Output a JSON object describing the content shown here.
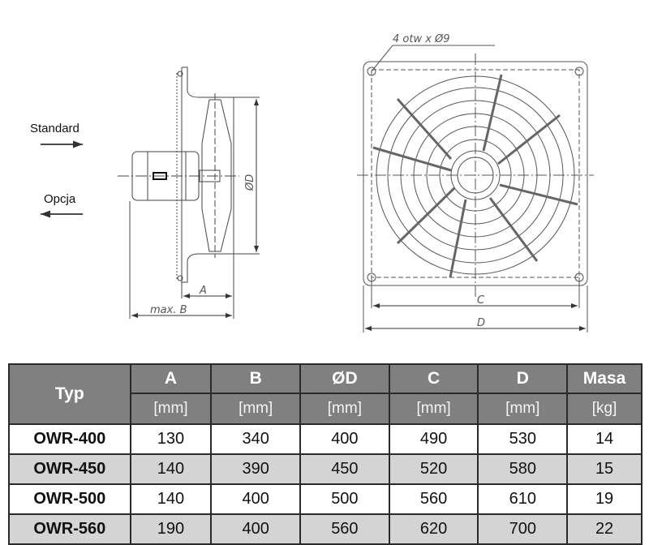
{
  "legend": {
    "standard": "Standard",
    "option": "Opcja"
  },
  "drawing": {
    "holes_label": "4 otw x Ø9",
    "dim_a": "A",
    "dim_b": "max. B",
    "dim_d_diameter": "ØD",
    "dim_c": "C",
    "dim_d": "D"
  },
  "table": {
    "headers": [
      {
        "name": "Typ",
        "unit": ""
      },
      {
        "name": "A",
        "unit": "[mm]"
      },
      {
        "name": "B",
        "unit": "[mm]"
      },
      {
        "name": "ØD",
        "unit": "[mm]"
      },
      {
        "name": "C",
        "unit": "[mm]"
      },
      {
        "name": "D",
        "unit": "[mm]"
      },
      {
        "name": "Masa",
        "unit": "[kg]"
      }
    ],
    "rows": [
      [
        "OWR-400",
        "130",
        "340",
        "400",
        "490",
        "530",
        "14"
      ],
      [
        "OWR-450",
        "140",
        "390",
        "450",
        "520",
        "580",
        "15"
      ],
      [
        "OWR-500",
        "140",
        "400",
        "500",
        "560",
        "610",
        "19"
      ],
      [
        "OWR-560",
        "190",
        "400",
        "560",
        "620",
        "700",
        "22"
      ]
    ]
  }
}
